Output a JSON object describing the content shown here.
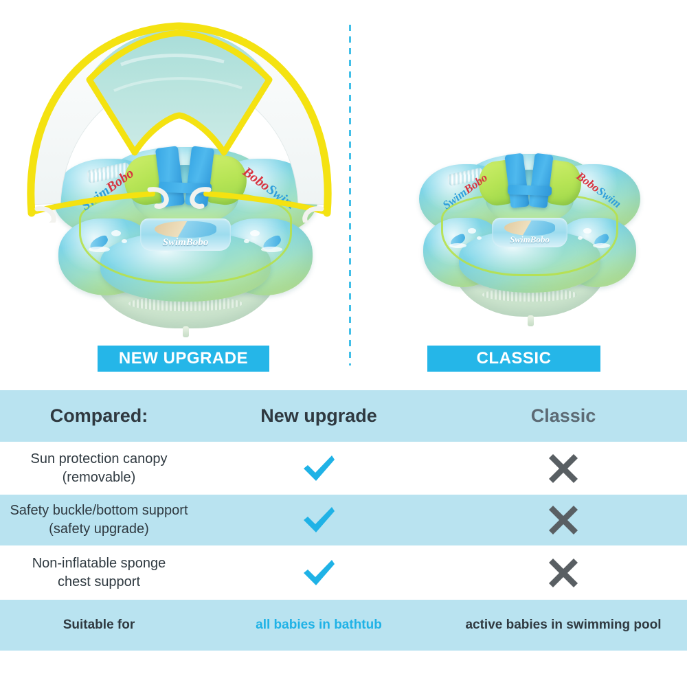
{
  "page": {
    "background": "#ffffff",
    "accent": "#25b6e8",
    "table_shade": "#b9e3f0",
    "divider_color": "#8b9196",
    "dashed_divider_color": "#41bfe8"
  },
  "showcase": {
    "divider": "vertical-dashed-divider",
    "left_product": {
      "name": "baby-swim-float-with-canopy",
      "brand": "SwimBobo",
      "brand_part_1": "Swim",
      "brand_part_2": "Bobo",
      "canopy": "sun-protection-canopy",
      "badge": "NEW UPGRADE"
    },
    "right_product": {
      "name": "baby-swim-float-classic",
      "brand": "SwimBobo",
      "brand_part_1": "Swim",
      "brand_part_2": "Bobo",
      "badge": "CLASSIC"
    }
  },
  "table": {
    "header": {
      "col1": "Compared:",
      "col2": "New upgrade",
      "col3": "Classic"
    },
    "rows": [
      {
        "feature_line1": "Sun protection canopy",
        "feature_line2": "(removable)",
        "new_upgrade": "check",
        "classic": "cross",
        "shaded": false
      },
      {
        "feature_line1": "Safety buckle/bottom support",
        "feature_line2": "(safety upgrade)",
        "new_upgrade": "check",
        "classic": "cross",
        "shaded": true
      },
      {
        "feature_line1": "Non-inflatable sponge",
        "feature_line2": "chest support",
        "new_upgrade": "check",
        "classic": "cross",
        "shaded": false
      }
    ],
    "last_row": {
      "feature": "Suitable for",
      "new_upgrade": "all babies in bathtub",
      "classic": "active babies in swimming pool",
      "shaded": true
    }
  }
}
